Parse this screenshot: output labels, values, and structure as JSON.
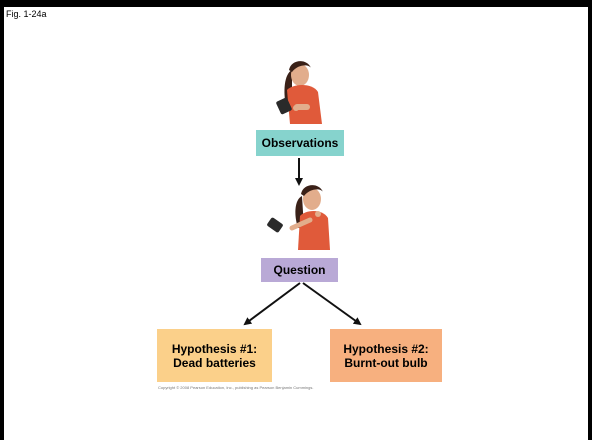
{
  "figure_label": "Fig. 1-24a",
  "nodes": {
    "observations": "Observations",
    "question": "Question",
    "hypothesis1_line1": "Hypothesis #1:",
    "hypothesis1_line2": "Dead batteries",
    "hypothesis2_line1": "Hypothesis #2:",
    "hypothesis2_line2": "Burnt-out bulb"
  },
  "copyright": "Copyright © 2008 Pearson Education, Inc., publishing as Pearson Benjamin Cummings.",
  "colors": {
    "observations_box": "#86d3cd",
    "question_box": "#b9a9d6",
    "hypothesis1_box": "#fbd08a",
    "hypothesis2_box": "#f7b07f"
  }
}
